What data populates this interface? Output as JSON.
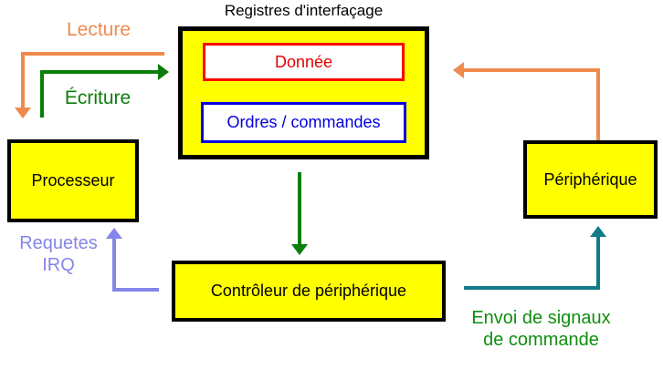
{
  "title": "Registres d'interfaçage",
  "boxes": {
    "fill_color": "#ffff00",
    "border_color": "#000000",
    "donnee": {
      "label": "Donnée",
      "border_color": "#ff0000",
      "text_color": "#e00000"
    },
    "ordres": {
      "label": "Ordres / commandes",
      "border_color": "#0000e0",
      "text_color": "#0000e0"
    },
    "processeur": {
      "label": "Processeur"
    },
    "peripherique": {
      "label": "Périphérique"
    },
    "controleur": {
      "label": "Contrôleur de périphérique"
    }
  },
  "arrows": {
    "lecture": {
      "label": "Lecture",
      "color": "#ef8a4e",
      "from": "registres",
      "to": "processeur"
    },
    "ecriture": {
      "label": "Écriture",
      "color": "#0a7e0a",
      "from": "processeur",
      "to": "registres"
    },
    "requetes_irq": {
      "label_line1": "Requetes",
      "label_line2": "IRQ",
      "color": "#8585ea",
      "from": "controleur",
      "to": "processeur"
    },
    "envoi_commande": {
      "label_line1": "Envoi de signaux",
      "label_line2": "de commande",
      "color": "#0f8f0f"
    },
    "peripherique_vers_registres": {
      "color": "#ef8a4e",
      "from": "peripherique",
      "to": "registres"
    },
    "registres_vers_controleur": {
      "color": "#0a7e0a",
      "from": "registres",
      "to": "controleur"
    },
    "controleur_vers_peripherique": {
      "color": "#137b87",
      "from": "controleur",
      "to": "peripherique"
    }
  }
}
